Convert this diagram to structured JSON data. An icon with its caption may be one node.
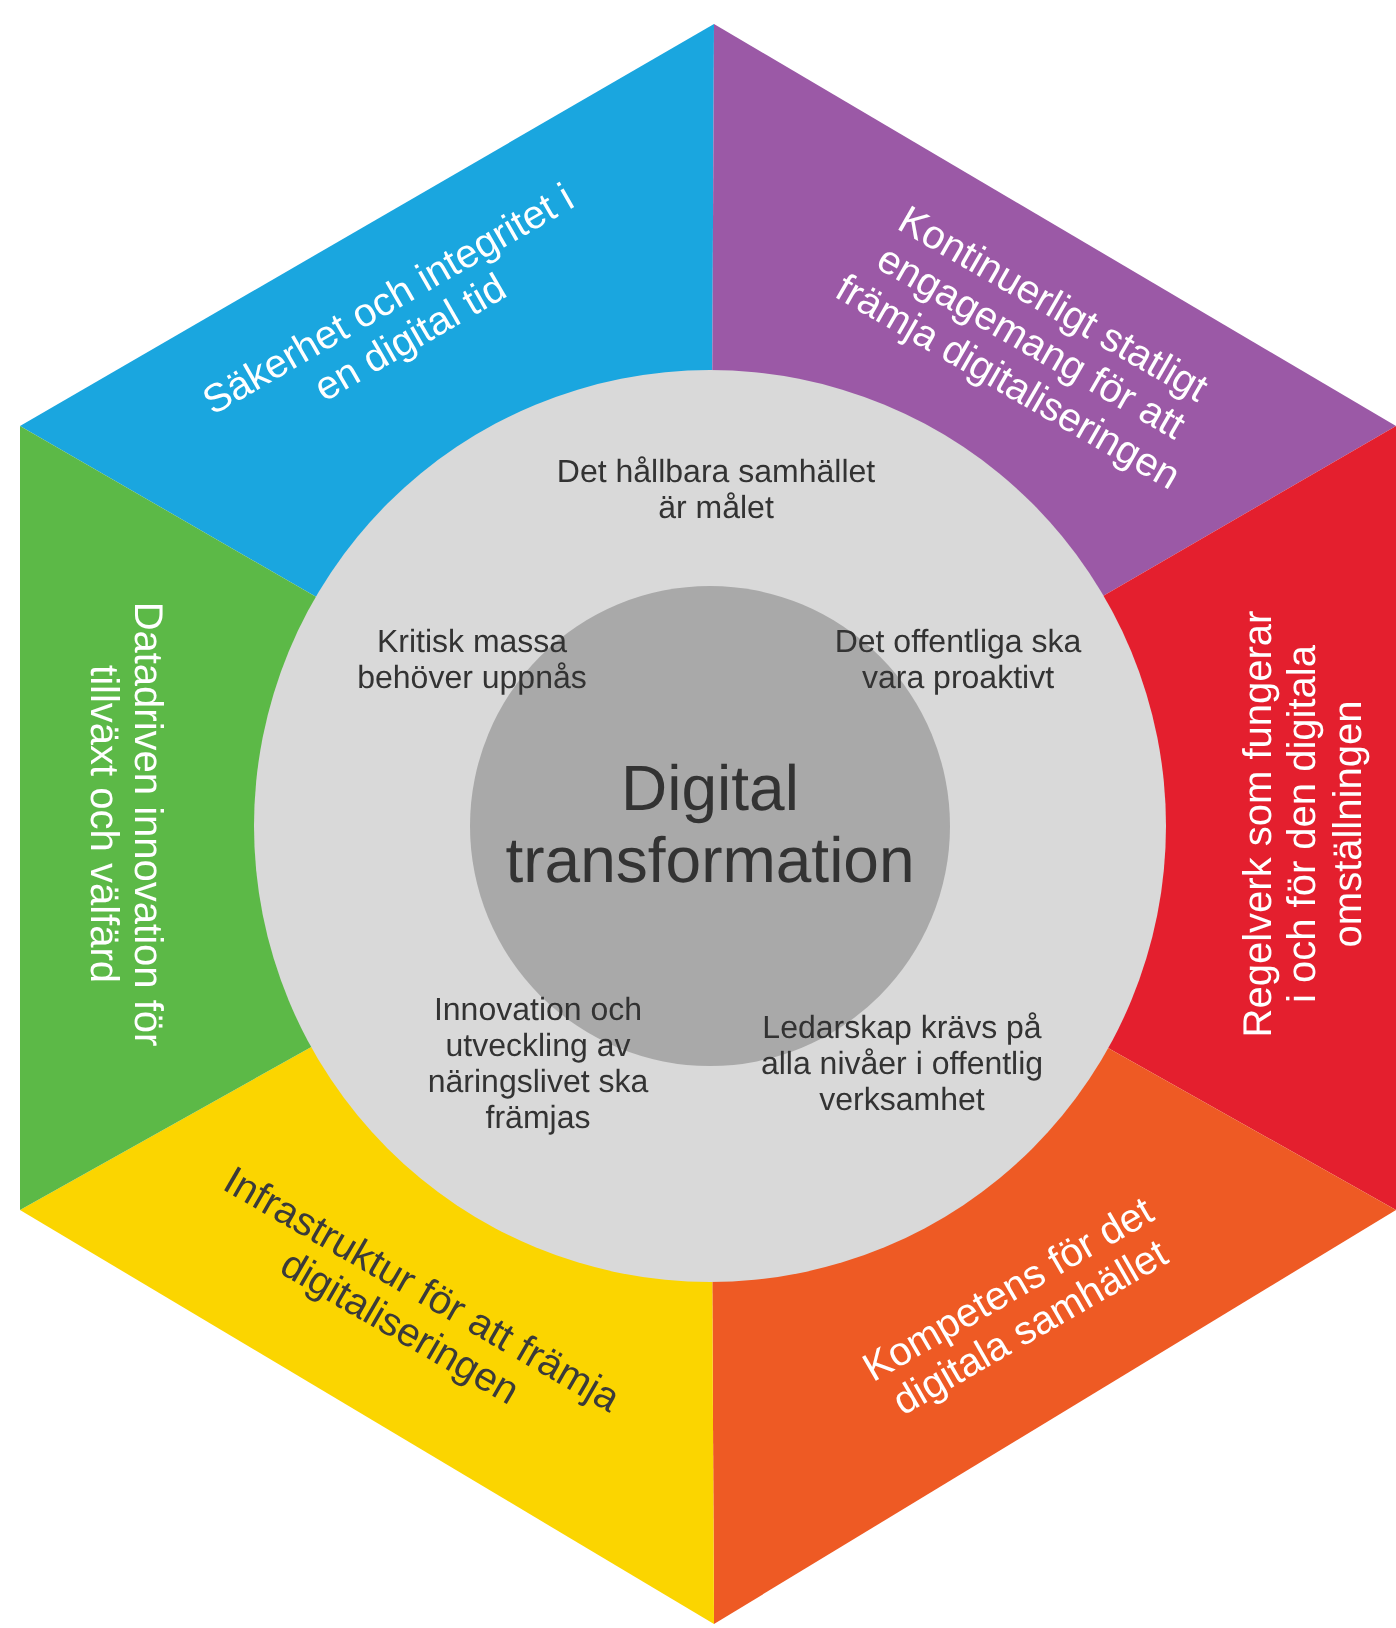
{
  "diagram": {
    "nodes": [
      {
        "text": [
          "Säkerhet och integritet i en digital tid"
        ]
      },
      {
        "text": [
          "Kontinuerligt statligt engagemang för att främja digitaliseringen"
        ]
      },
      {
        "text": [
          "Regelverk som fungerar i och för den digitala omställningen"
        ]
      },
      {
        "text": [
          "Kompetens för det digitala samhället"
        ]
      },
      {
        "text": [
          "Infrastruktur för att främja digitaliseringen"
        ]
      },
      {
        "text": [
          "Datadriven innovation för tillväxt och välfärd"
        ]
      },
      {
        "text": [
          "Det hållbara samhället är målet",
          "Kritisk massa behöver uppnås",
          "Det offentliga ska vara proaktivt",
          "Innovation och utveckling av näringslivet ska främjas",
          "Ledarskap krävs på alla nivåer i offentlig verksamhet"
        ]
      },
      {
        "text": [
          "Digital transformation"
        ],
        "in": 6
      }
    ]
  }
}
